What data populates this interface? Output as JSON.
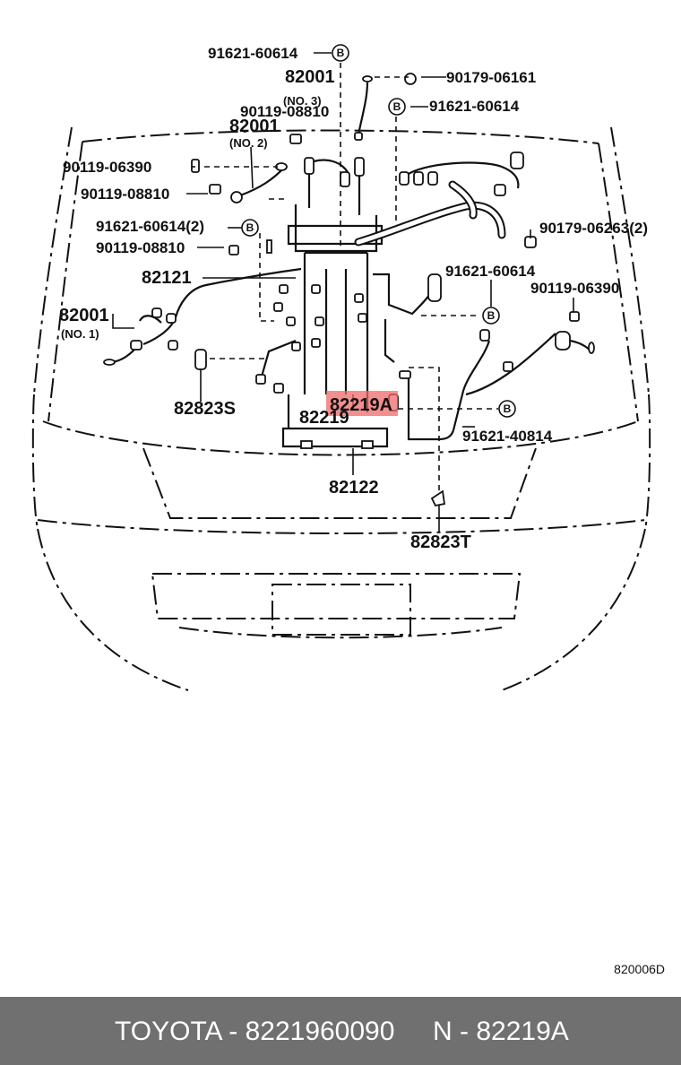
{
  "diagram": {
    "labels": {
      "l01": "91621-60614",
      "l02": "82001",
      "l03": "(NO. 3)",
      "l04": "90179-06161",
      "l05": "90119-08810",
      "l06": "91621-60614",
      "l07": "82001",
      "l08": "(NO. 2)",
      "l09": "90119-06390",
      "l10": "90119-08810",
      "l11": "91621-60614(2)",
      "l12": "90179-06263(2)",
      "l13": "90119-08810",
      "l14": "82121",
      "l15": "91621-60614",
      "l16": "90119-06390",
      "l17": "82001",
      "l18": "(NO. 1)",
      "l19": "82823S",
      "l20": "82219A",
      "l21": "82219",
      "l22": "91621-40814",
      "l23": "82122",
      "l24": "82823T"
    },
    "bolt_marker": "B",
    "highlighted_part": "82219A",
    "highlight_color": "#f06a6a",
    "reference_code": "820006D"
  },
  "footer": {
    "brand_part": "TOYOTA - 8221960090",
    "callout": "N - 82219A",
    "background": "#707070"
  }
}
